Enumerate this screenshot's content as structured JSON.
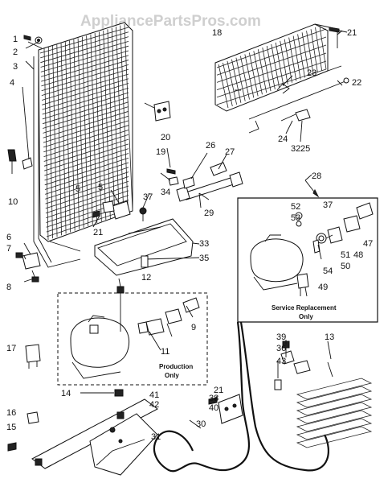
{
  "watermark": "AppliancePartsPros.com",
  "part_labels": [
    "1",
    "2",
    "3",
    "4",
    "5",
    "6",
    "7",
    "8",
    "9",
    "10",
    "11",
    "12",
    "13",
    "14",
    "15",
    "16",
    "17",
    "18",
    "19",
    "20",
    "21",
    "21",
    "21",
    "22",
    "23",
    "24",
    "25",
    "26",
    "27",
    "28",
    "29",
    "30",
    "31",
    "32",
    "33",
    "34",
    "35",
    "36",
    "37",
    "37",
    "38",
    "39",
    "40",
    "41",
    "42",
    "43",
    "47",
    "48",
    "49",
    "50",
    "51",
    "52",
    "53",
    "54",
    "5"
  ],
  "boxes": {
    "production": [
      "Production",
      "Only"
    ],
    "service": [
      "Service Replacement",
      "Only"
    ]
  }
}
